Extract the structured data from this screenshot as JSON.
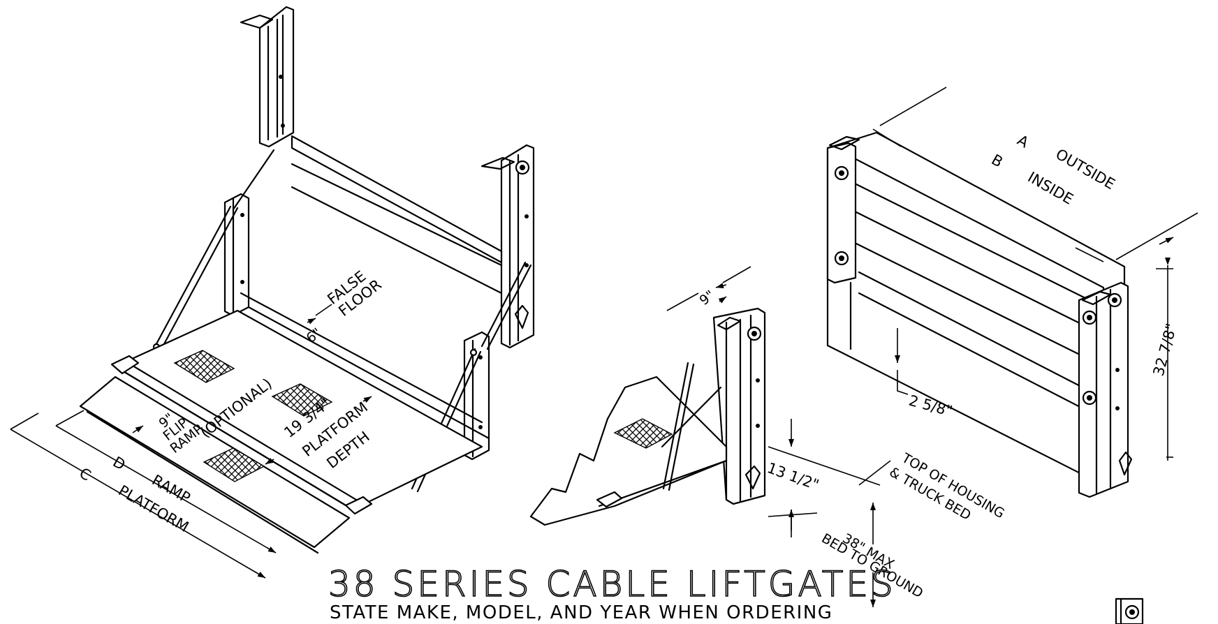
{
  "title": "38 SERIES CABLE LIFTGATES",
  "subtitle": "STATE MAKE, MODEL, AND YEAR WHEN ORDERING",
  "labels": {
    "false_floor_1": "FALSE",
    "false_floor_2": "FLOOR",
    "six_in": "6\"",
    "optional": "(OPTIONAL)",
    "flip_ramp_size": "9\"",
    "flip_ramp_1": "FLIP",
    "flip_ramp_2": "RAMP",
    "platform_depth_val": "19 3/4\"",
    "platform_depth_1": "PLATFORM",
    "platform_depth_2": "DEPTH",
    "dim_c": "C",
    "dim_d": "D",
    "ramp": "RAMP",
    "platform": "PLATFORM",
    "nine_in": "9\"",
    "thirteen_half": "13 1/2\"",
    "top_housing_1": "TOP OF HOUSING",
    "top_housing_2": "& TRUCK BED",
    "max_38_1": "38\" MAX",
    "max_38_2": "BED TO GROUND",
    "dim_a": "A",
    "outside": "OUTSIDE",
    "dim_b": "B",
    "inside": "INSIDE",
    "two_five_eighths": "2 5/8\"",
    "thirtytwo_seven_eighths": "32 7/8\""
  }
}
